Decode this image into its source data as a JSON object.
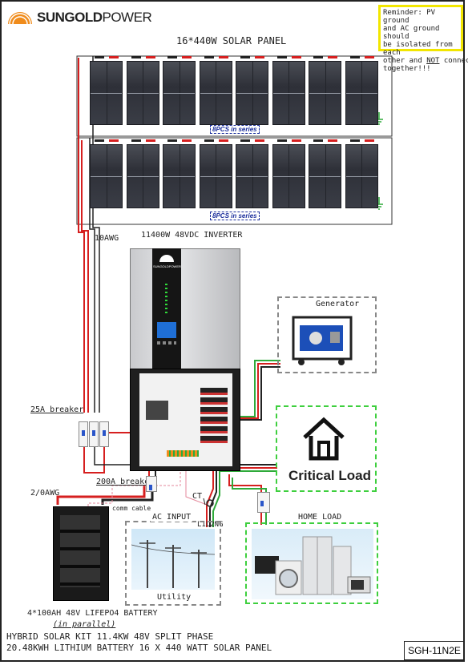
{
  "logo": {
    "brand_bold": "SUNGOLD",
    "brand_light": "POWER"
  },
  "reminder": {
    "line1": "Reminder: PV ground",
    "line2": "and AC ground should",
    "line3": "be isolated from each",
    "line4_pre": "other and ",
    "line4_u": "NOT",
    "line4_post": " connected",
    "line5": "together!!!"
  },
  "solar": {
    "title": "16*440W SOLAR PANEL",
    "string_label": "8PCS in series"
  },
  "wiring": {
    "pv_wire": "10AWG",
    "battery_wire": "2/0AWG",
    "comm_cable": "comm cable",
    "ct": "CT",
    "l1l2ng": "L1L2NG"
  },
  "inverter": {
    "title": "11400W 48VDC INVERTER",
    "brand": "SUNGOLDPOWER"
  },
  "breakers": {
    "pv": "25A breaker",
    "battery": "200A breaker"
  },
  "generator": {
    "title": "Generator"
  },
  "critical_load": {
    "title": "Critical Load"
  },
  "home_load": {
    "title": "HOME LOAD"
  },
  "ac_input": {
    "title": "AC INPUT",
    "utility": "Utility"
  },
  "battery": {
    "line1": "4*100AH 48V LIFEPO4 BATTERY",
    "line2": "(in parallel)"
  },
  "kit": {
    "line1": "HYBRID SOLAR KIT 11.4KW 48V SPLIT PHASE",
    "line2": "20.48KWH LITHIUM BATTERY 16 X 440 WATT SOLAR PANEL"
  },
  "model": "SGH-11N2E",
  "colors": {
    "positive": "#d61f1f",
    "negative": "#222222",
    "ac_green": "#2faa3a",
    "reminder_border": "#f2e600"
  }
}
